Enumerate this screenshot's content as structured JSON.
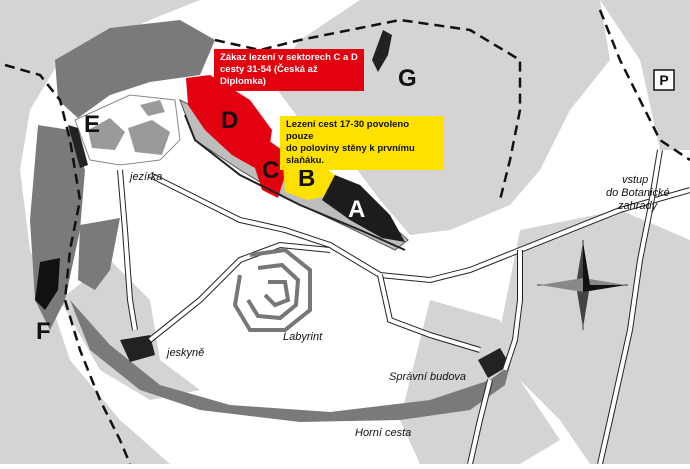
{
  "colors": {
    "terrain_light": "#d4d4d4",
    "terrain_dark": "#7a7a7a",
    "rock": "#333333",
    "sector_a": "#1c1c1c",
    "sector_b": "#ffe100",
    "sector_c": "#e3000f",
    "sector_d": "#e3000f",
    "callout_red_bg": "#e3000f",
    "callout_yellow_bg": "#ffe100",
    "path_fill": "#ffffff",
    "path_stroke": "#222222"
  },
  "sectors": {
    "a": "A",
    "b": "B",
    "c": "C",
    "d": "D",
    "e": "E",
    "f": "F",
    "g": "G"
  },
  "parking": "P",
  "places": {
    "jezirka": "jezírka",
    "jeskyne": "jeskyně",
    "labyrint": "Labyrint",
    "spravni_budova": "Správní budova",
    "horni_cesta": "Horní cesta",
    "vstup_line1": "vstup",
    "vstup_line2": "do Botanické",
    "vstup_line3": "zahrady"
  },
  "notices": {
    "closure_line1": "Zákaz lezení v sektorech C a D",
    "closure_line2": "cesty 31-54 (Česká až Diplomka)",
    "limit_line1": "Lezení cest 17-30 povoleno pouze",
    "limit_line2": "do poloviny stěny k prvnímu slaňáku."
  },
  "icons": [
    "compass-rose-icon",
    "parking-icon"
  ]
}
